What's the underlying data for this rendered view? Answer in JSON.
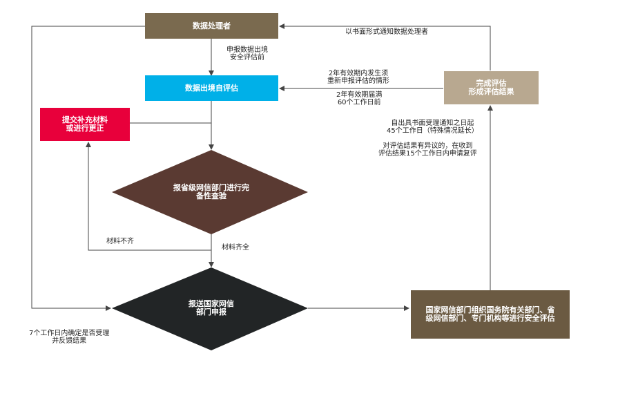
{
  "nodes": {
    "handler": "数据处理者",
    "self_assess": "数据出境自评估",
    "supplement": "提交补充材料\n或进行更正",
    "provincial_check": "报省级网信部门进行完\n备性查验",
    "national_report": "报送国家网信\n部门申报",
    "national_assess": "国家网信部门组织国务院有关部门、省\n级网信部门、专门机构等进行安全评估",
    "complete": "完成评估\n形成评估结果"
  },
  "labels": {
    "notify_handler": "以书面形式通知数据处理者",
    "before_report": "申报数据出境\n安全评估前",
    "reapply_cond": "2年有效期内发生须\n重新申报评估的情形",
    "expire": "2年有效期届满\n60个工作日前",
    "within_45": "自出具书面受理通知之日起\n45个工作日（特殊情况延长）",
    "objection": "对评估结果有异议的，在收到\n评估结果15个工作日内申请复评",
    "incomplete": "材料不齐",
    "complete_materials": "材料齐全",
    "seven_days": "7个工作日内确定是否受理\n并反馈结果"
  },
  "colors": {
    "handler": "#7a6a4f",
    "self_assess": "#00b0e8",
    "supplement": "#e8003b",
    "provincial_check": "#5a3a32",
    "national_report": "#222526",
    "national_assess": "#6b5a42",
    "complete": "#b8a890",
    "line": "#444444"
  }
}
